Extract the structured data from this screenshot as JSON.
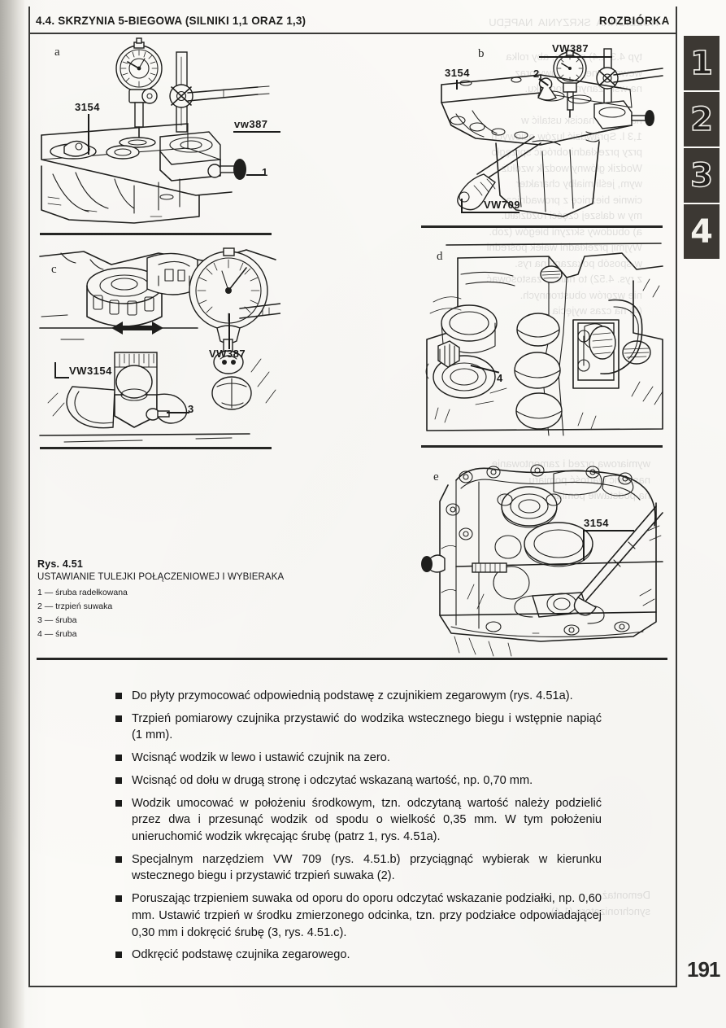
{
  "header": {
    "section": "4.4. SKRZYNIA 5-BIEGOWA (SILNIKI 1,1 ORAZ 1,3)",
    "topic": "ROZBIÓRKA"
  },
  "chapter_tabs": [
    {
      "label": "1",
      "active": false
    },
    {
      "label": "2",
      "active": false
    },
    {
      "label": "3",
      "active": false
    },
    {
      "label": "4",
      "active": true
    }
  ],
  "figure": {
    "panels": [
      {
        "letter": "a",
        "callouts": [
          "3154",
          "VW387",
          "1"
        ]
      },
      {
        "letter": "b",
        "callouts": [
          "VW387",
          "3154",
          "2",
          "VW709"
        ]
      },
      {
        "letter": "c",
        "callouts": [
          "VW3154",
          "VW387",
          "3"
        ]
      },
      {
        "letter": "d",
        "callouts": [
          "4"
        ]
      },
      {
        "letter": "e",
        "callouts": [
          "3154"
        ]
      }
    ],
    "callout_labels": {
      "a_3154": "3154",
      "a_vw387": "vw387",
      "a_1": "1",
      "b_vw387": "VW387",
      "b_3154": "3154",
      "b_2": "2",
      "b_vw709": "VW709",
      "c_vw3154": "VW3154",
      "c_vw387": "VW387",
      "c_3": "3",
      "d_4": "4",
      "e_3154": "3154"
    }
  },
  "caption": {
    "title": "Rys. 4.51",
    "subtitle": "USTAWIANIE TULEJKI POŁĄCZENIOWEJ I WYBIERAKA",
    "legend": [
      "1  —  śruba radełkowana",
      "2  —  trzpień suwaka",
      "3  —  śruba",
      "4  —  śruba"
    ]
  },
  "body": {
    "bullets": [
      "Do płyty przymocować odpowiednią podstawę z czujnikiem zegarowym (rys. 4.51a).",
      "Trzpień pomiarowy czujnika przystawić do wodzika wstecznego biegu i wstępnie napiąć (1 mm).",
      "Wcisnąć wodzik w lewo i ustawić czujnik na zero.",
      "Wcisnąć od dołu w drugą stronę i odczytać wskazaną wartość, np. 0,70 mm.",
      "Wodzik umocować w położeniu środkowym, tzn. odczytaną wartość należy podzielić przez dwa i przesunąć wodzik od spodu o wielkość 0,35 mm. W tym położeniu unieruchomić wodzik wkręcając śrubę (patrz 1, rys. 4.51a).",
      "Specjalnym narzędziem VW 709 (rys. 4.51.b) przyciągnąć wybierak w kierunku wstecznego biegu i przystawić trzpień suwaka (2).",
      "Poruszając trzpieniem suwaka od oporu do oporu odczytać wskazanie podziałki, np. 0,60 mm. Ustawić trzpień w środku zmierzonego odcinka, tzn. przy podziałce odpowiadającej 0,30 mm i dokręcić śrubę (3, rys. 4.51.c).",
      "Odkręcić podstawę czujnika zegarowego."
    ]
  },
  "page_number": "191",
  "colors": {
    "paper": "#fbfaf7",
    "ink": "#1b1b1a",
    "tab_background": "#3c3833",
    "tab_numeral": "#f4f2ec"
  }
}
